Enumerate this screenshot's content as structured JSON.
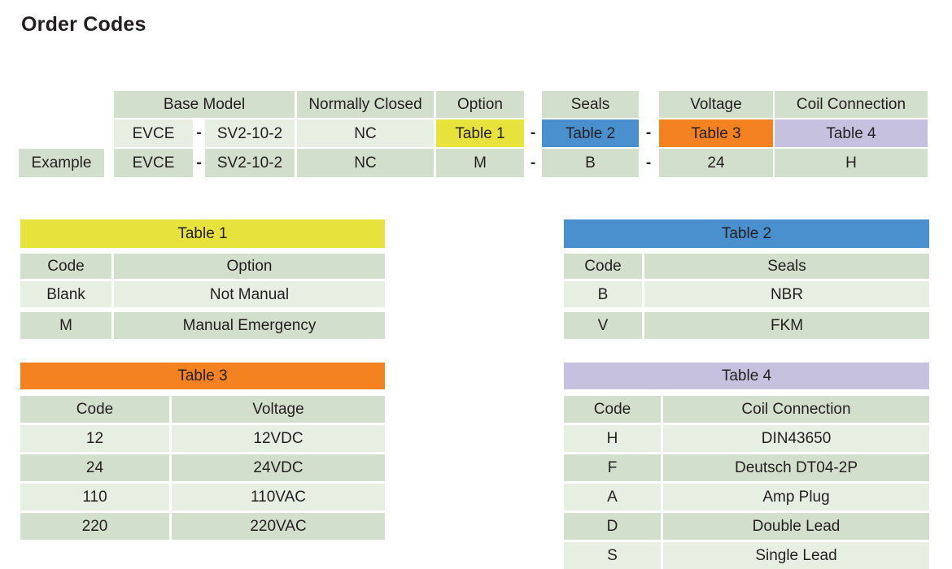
{
  "page": {
    "title": "Order Codes"
  },
  "colors": {
    "green_dark": "#d3dfcd",
    "green_light": "#e7eee2",
    "yellow": "#e8e33c",
    "blue": "#4a90cf",
    "orange": "#f58220",
    "purple": "#c6c1de",
    "text": "#231f20"
  },
  "order_matrix": {
    "separator": "-",
    "header_row": {
      "label": "",
      "base_model": "Base Model",
      "normally_closed": "Normally Closed",
      "option": "Option",
      "seals": "Seals",
      "voltage": "Voltage",
      "coil_connection": "Coil Connection"
    },
    "code_row": {
      "label": "",
      "base_model_prefix": "EVCE",
      "base_model_suffix": "SV2-10-2",
      "normally_closed": "NC",
      "option": "Table 1",
      "seals": "Table 2",
      "voltage": "Table 3",
      "coil_connection": "Table 4"
    },
    "example_row": {
      "label": "Example",
      "base_model_prefix": "EVCE",
      "base_model_suffix": "SV2-10-2",
      "normally_closed": "NC",
      "option": "M",
      "seals": "B",
      "voltage": "24",
      "coil_connection": "H"
    }
  },
  "tables": [
    {
      "id": "table-1",
      "title": "Table 1",
      "accent": "yellow",
      "columns": [
        "Code",
        "Option"
      ],
      "rows": [
        [
          "Blank",
          "Not Manual"
        ],
        [
          "M",
          "Manual Emergency"
        ]
      ]
    },
    {
      "id": "table-2",
      "title": "Table 2",
      "accent": "blue",
      "columns": [
        "Code",
        "Seals"
      ],
      "rows": [
        [
          "B",
          "NBR"
        ],
        [
          "V",
          "FKM"
        ]
      ]
    },
    {
      "id": "table-3",
      "title": "Table 3",
      "accent": "orange",
      "columns": [
        "Code",
        "Voltage"
      ],
      "rows": [
        [
          "12",
          "12VDC"
        ],
        [
          "24",
          "24VDC"
        ],
        [
          "110",
          "110VAC"
        ],
        [
          "220",
          "220VAC"
        ]
      ]
    },
    {
      "id": "table-4",
      "title": "Table 4",
      "accent": "purple",
      "columns": [
        "Code",
        "Coil Connection"
      ],
      "rows": [
        [
          "H",
          "DIN43650"
        ],
        [
          "F",
          "Deutsch DT04-2P"
        ],
        [
          "A",
          "Amp Plug"
        ],
        [
          "D",
          "Double Lead"
        ],
        [
          "S",
          "Single Lead"
        ]
      ]
    }
  ]
}
